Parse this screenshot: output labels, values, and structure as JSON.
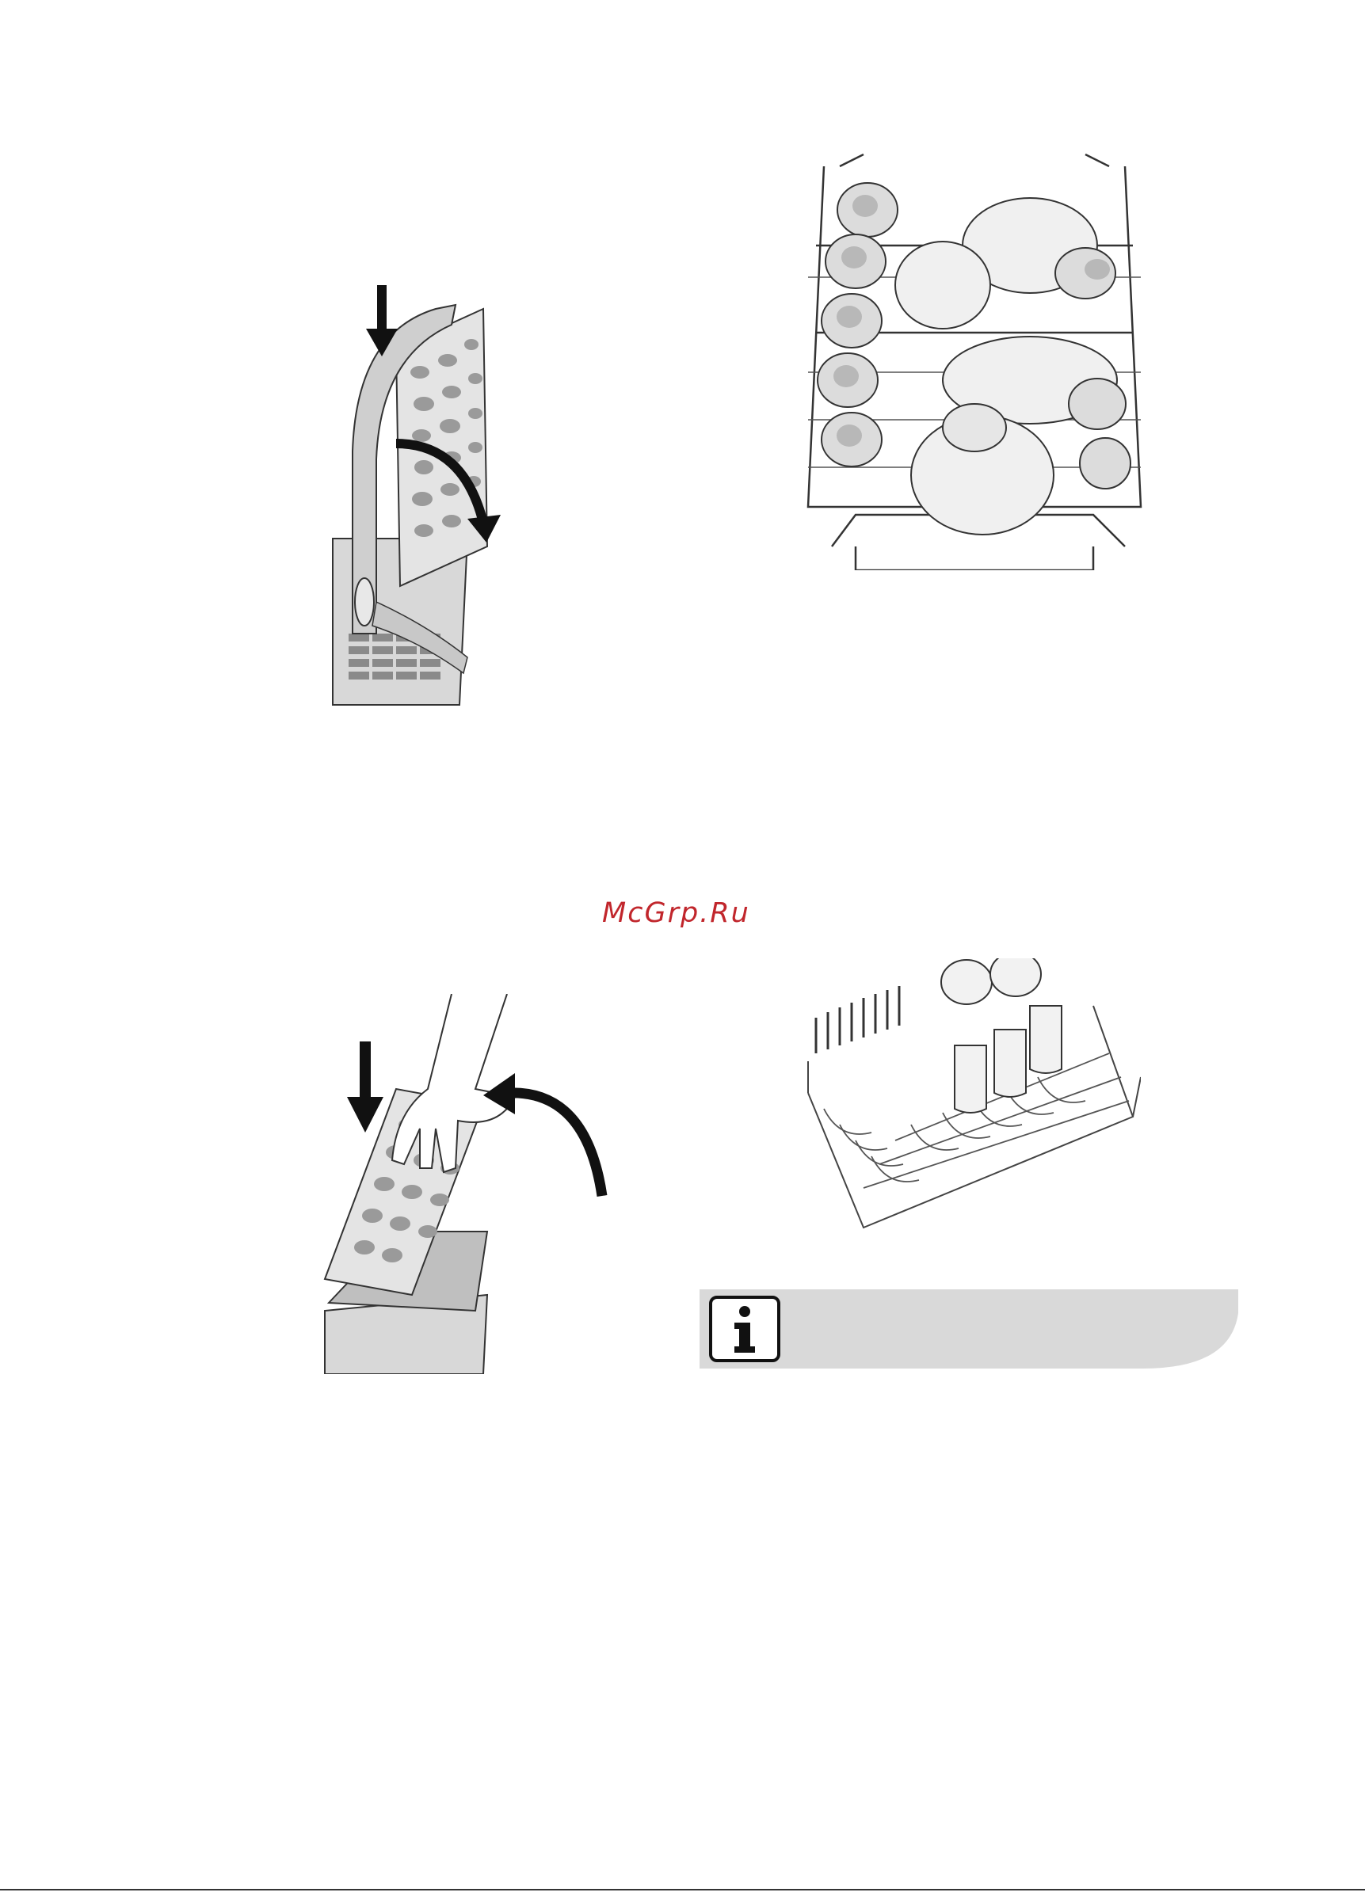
{
  "watermark": {
    "text": "McGrp.Ru",
    "color": "#c1262c"
  },
  "figures": [
    {
      "name": "cutlery-basket-fold-handle",
      "icon": "basket-illustration"
    },
    {
      "name": "upper-rack-loaded-cups-plates",
      "icon": "rack-illustration"
    },
    {
      "name": "cutlery-basket-close-lid",
      "icon": "basket-lid-illustration"
    },
    {
      "name": "lower-rack-cups-on-shelf",
      "icon": "rack-illustration"
    }
  ],
  "info_box": {
    "icon": "info-icon",
    "fill": "#d9d9d9"
  }
}
